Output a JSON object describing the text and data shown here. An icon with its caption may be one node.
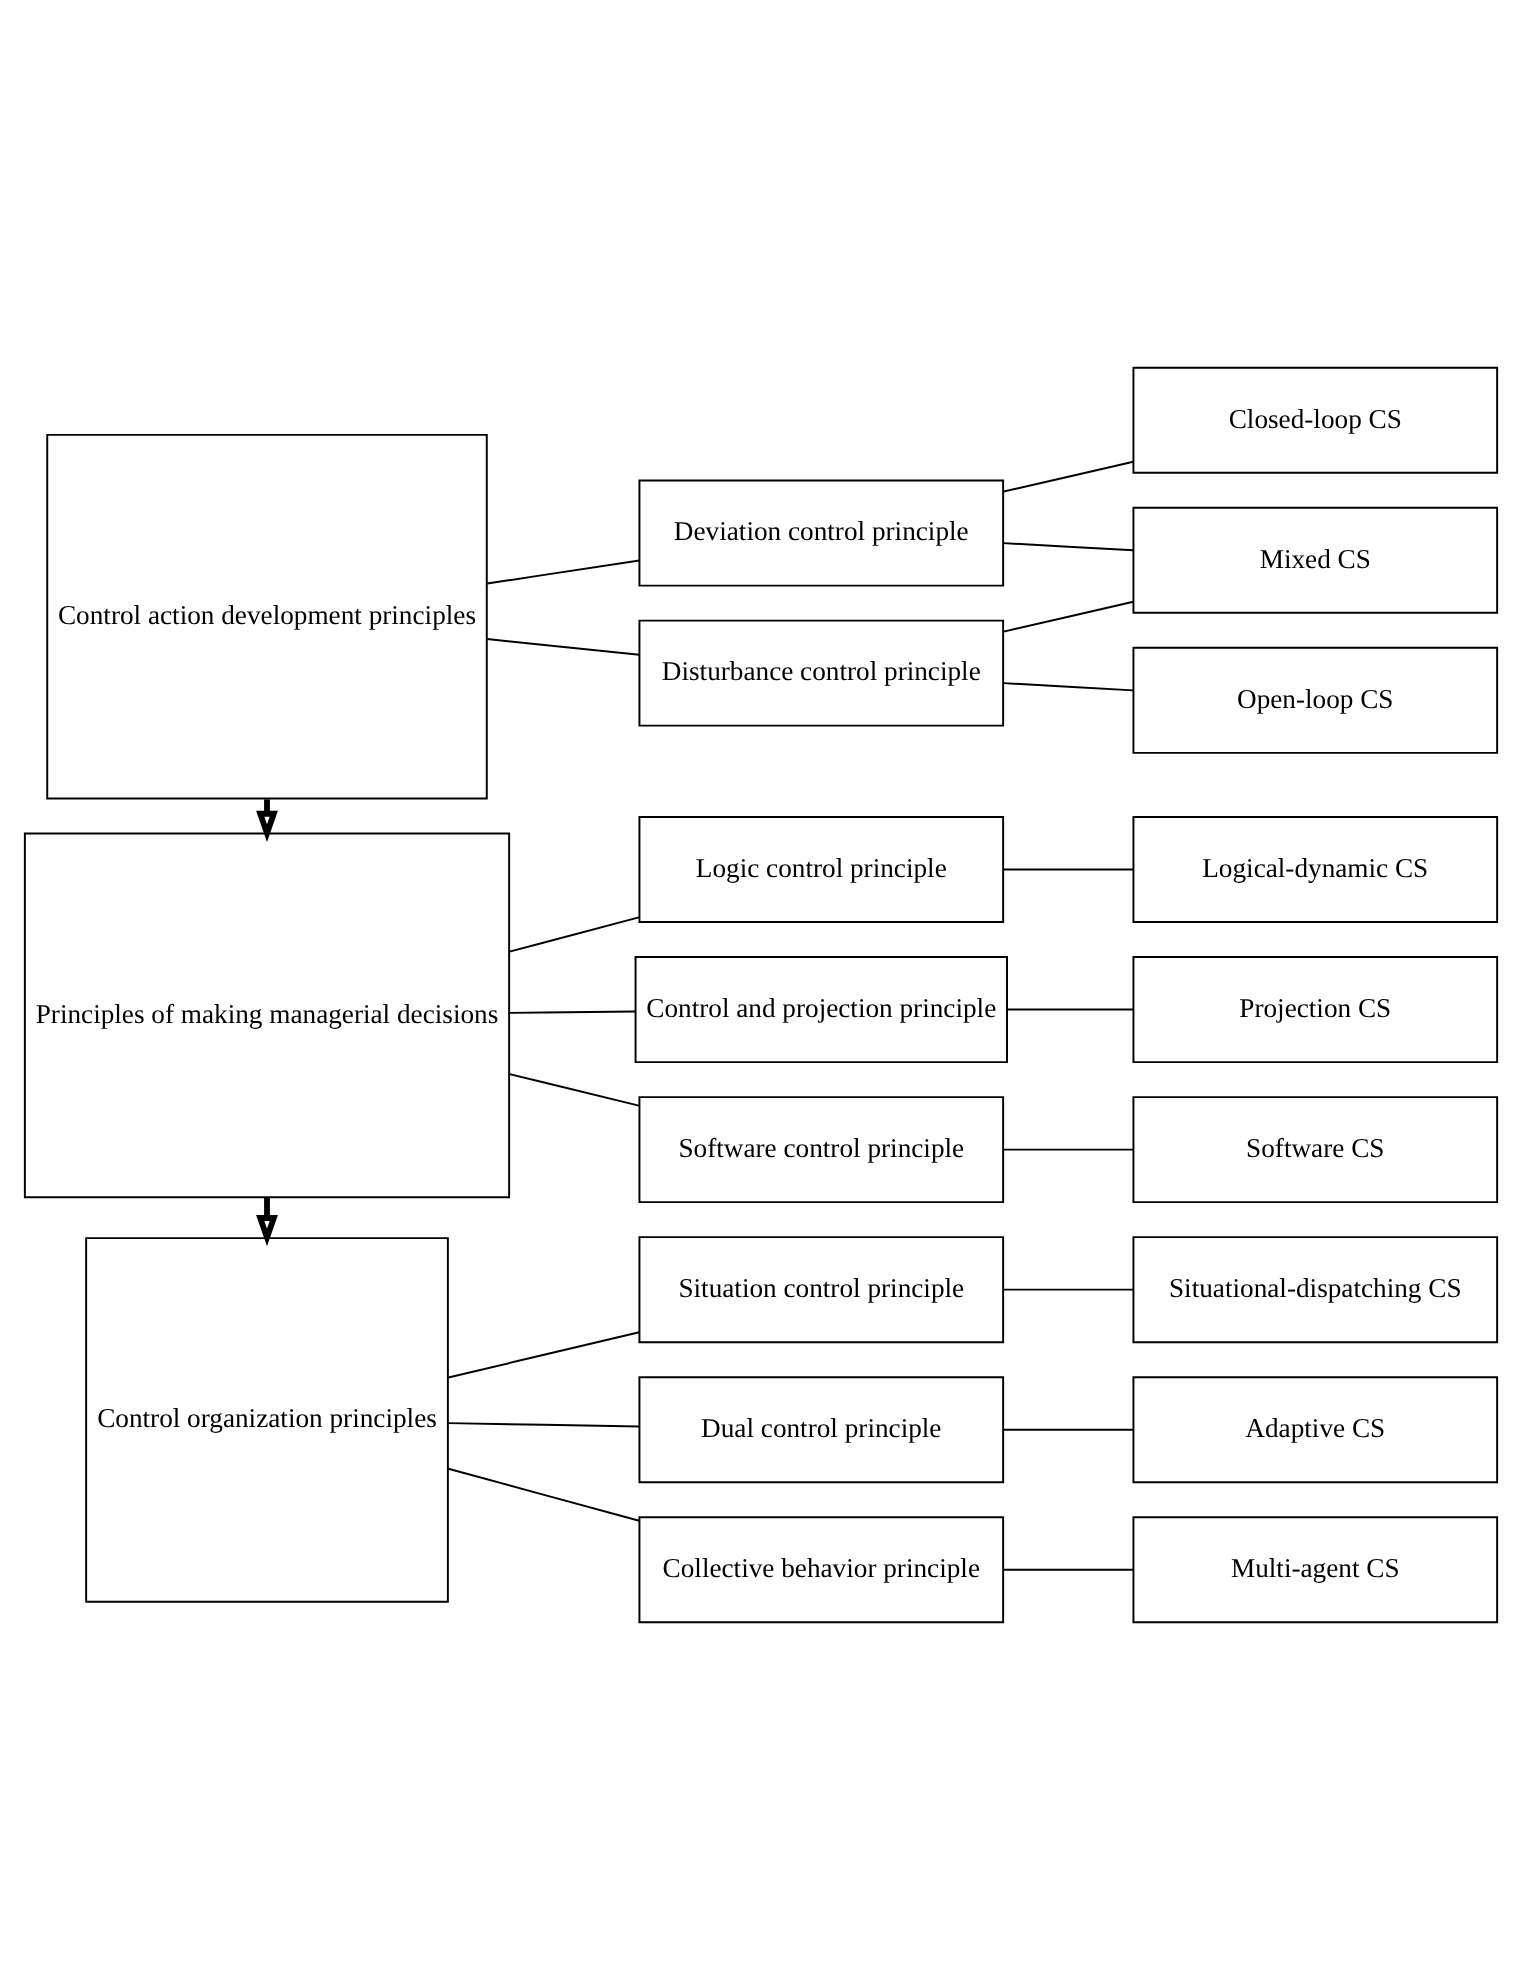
{
  "diagram": {
    "nodes": [
      {
        "text": [
          "Control organization principles"
        ]
      },
      {
        "text": [
          "Situation control principle"
        ]
      },
      {
        "text": [
          "Situational-dispatching CS"
        ]
      },
      {
        "text": [
          "Dual control principle"
        ]
      },
      {
        "text": [
          "Adaptive CS"
        ]
      },
      {
        "text": [
          "Collective behavior principle"
        ]
      },
      {
        "text": [
          "Multi-agent CS"
        ]
      },
      {
        "text": [
          "Principles of making managerial decisions"
        ]
      },
      {
        "text": [
          "Logic control principle"
        ]
      },
      {
        "text": [
          "Logical-dynamic CS"
        ]
      },
      {
        "text": [
          "Control and projection principle"
        ]
      },
      {
        "text": [
          "Projection CS"
        ]
      },
      {
        "text": [
          "Software control principle"
        ]
      },
      {
        "text": [
          "Software CS"
        ]
      },
      {
        "text": [
          "Control action development principles"
        ]
      },
      {
        "text": [
          "Deviation control principle"
        ]
      },
      {
        "text": [
          "Closed-loop CS"
        ]
      },
      {
        "text": [
          "Mixed CS"
        ]
      },
      {
        "text": [
          "Disturbance control principle"
        ]
      },
      {
        "text": [
          "Open-loop CS"
        ]
      }
    ],
    "edges": [
      {
        "from": 0,
        "to": 1,
        "arrow": "none"
      },
      {
        "from": 1,
        "to": 2,
        "arrow": "none"
      },
      {
        "from": 0,
        "to": 3,
        "arrow": "none"
      },
      {
        "from": 3,
        "to": 4,
        "arrow": "none"
      },
      {
        "from": 0,
        "to": 5,
        "arrow": "none"
      },
      {
        "from": 5,
        "to": 6,
        "arrow": "none"
      },
      {
        "from": 7,
        "to": 0,
        "arrow": "to",
        "style": "thick"
      },
      {
        "from": 7,
        "to": 8,
        "arrow": "none"
      },
      {
        "from": 8,
        "to": 9,
        "arrow": "none"
      },
      {
        "from": 7,
        "to": 10,
        "arrow": "none"
      },
      {
        "from": 10,
        "to": 11,
        "arrow": "none"
      },
      {
        "from": 7,
        "to": 12,
        "arrow": "none"
      },
      {
        "from": 12,
        "to": 13,
        "arrow": "none"
      },
      {
        "from": 14,
        "to": 7,
        "arrow": "to",
        "style": "thick"
      },
      {
        "from": 14,
        "to": 15,
        "arrow": "none"
      },
      {
        "from": 15,
        "to": 16,
        "arrow": "none"
      },
      {
        "from": 15,
        "to": 17,
        "arrow": "none"
      },
      {
        "from": 14,
        "to": 18,
        "arrow": "none"
      },
      {
        "from": 18,
        "to": 17,
        "arrow": "none"
      },
      {
        "from": 18,
        "to": 19,
        "arrow": "none"
      }
    ]
  }
}
